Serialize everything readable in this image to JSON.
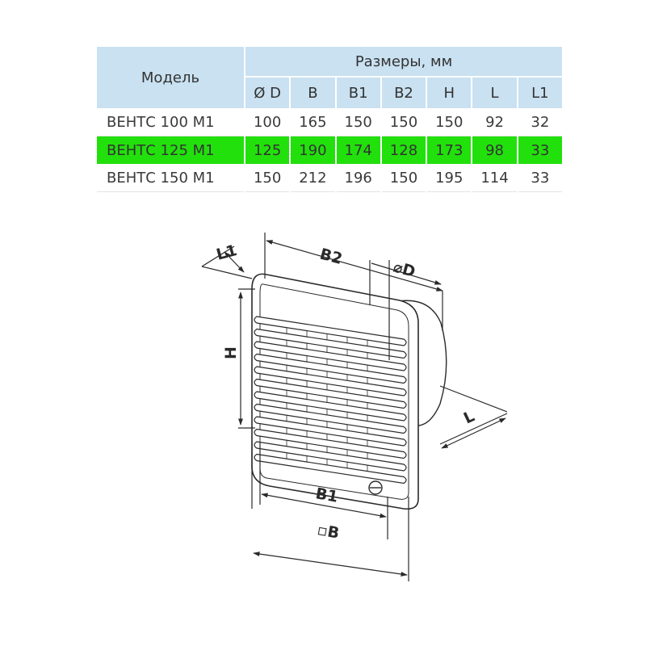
{
  "table": {
    "model_header": "Модель",
    "group_header": "Размеры, мм",
    "columns": [
      "Ø D",
      "B",
      "B1",
      "B2",
      "H",
      "L",
      "L1"
    ],
    "rows": [
      {
        "model": "ВЕНТС 100 М1",
        "values": [
          "100",
          "165",
          "150",
          "150",
          "150",
          "92",
          "32"
        ],
        "highlight": false
      },
      {
        "model": "ВЕНТС 125 М1",
        "values": [
          "125",
          "190",
          "174",
          "128",
          "173",
          "98",
          "33"
        ],
        "highlight": true
      },
      {
        "model": "ВЕНТС 150 М1",
        "values": [
          "150",
          "212",
          "196",
          "150",
          "195",
          "114",
          "33"
        ],
        "highlight": false
      }
    ]
  },
  "drawing_labels": {
    "l1": "L1",
    "b2": "B2",
    "d": "⌀D",
    "h": "H",
    "l": "L",
    "b1": "B1",
    "b": "▫B"
  },
  "colors": {
    "header_bg": "#c9e1f1",
    "highlight_row": "#22e00c"
  }
}
